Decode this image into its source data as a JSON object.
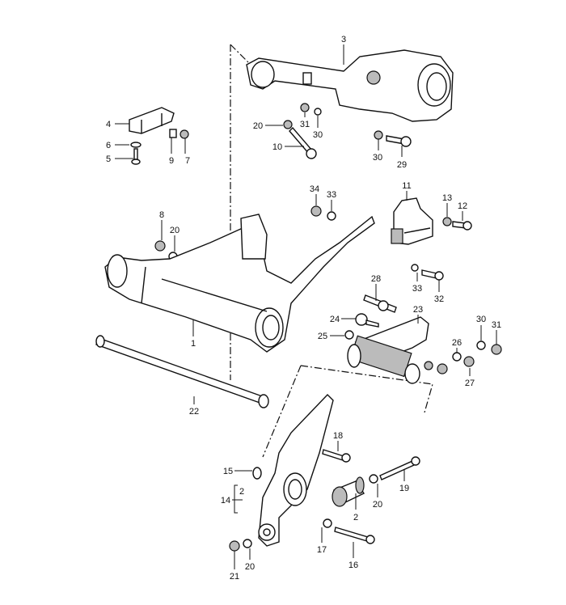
{
  "diagram": {
    "callouts": {
      "c1": "1",
      "c2a": "2",
      "c2b": "2",
      "c3": "3",
      "c4": "4",
      "c5": "5",
      "c6": "6",
      "c7": "7",
      "c8": "8",
      "c9": "9",
      "c10": "10",
      "c11": "11",
      "c12": "12",
      "c13": "13",
      "c14": "14",
      "c15": "15",
      "c16": "16",
      "c17": "17",
      "c18": "18",
      "c19": "19",
      "c20a": "20",
      "c20b": "20",
      "c20c": "20",
      "c20d": "20",
      "c21": "21",
      "c22": "22",
      "c23": "23",
      "c24": "24",
      "c25": "25",
      "c26": "26",
      "c27": "27",
      "c28": "28",
      "c29": "29",
      "c30a": "30",
      "c30b": "30",
      "c30c": "30",
      "c31a": "31",
      "c31b": "31",
      "c32": "32",
      "c33a": "33",
      "c33b": "33",
      "c34": "34"
    }
  }
}
